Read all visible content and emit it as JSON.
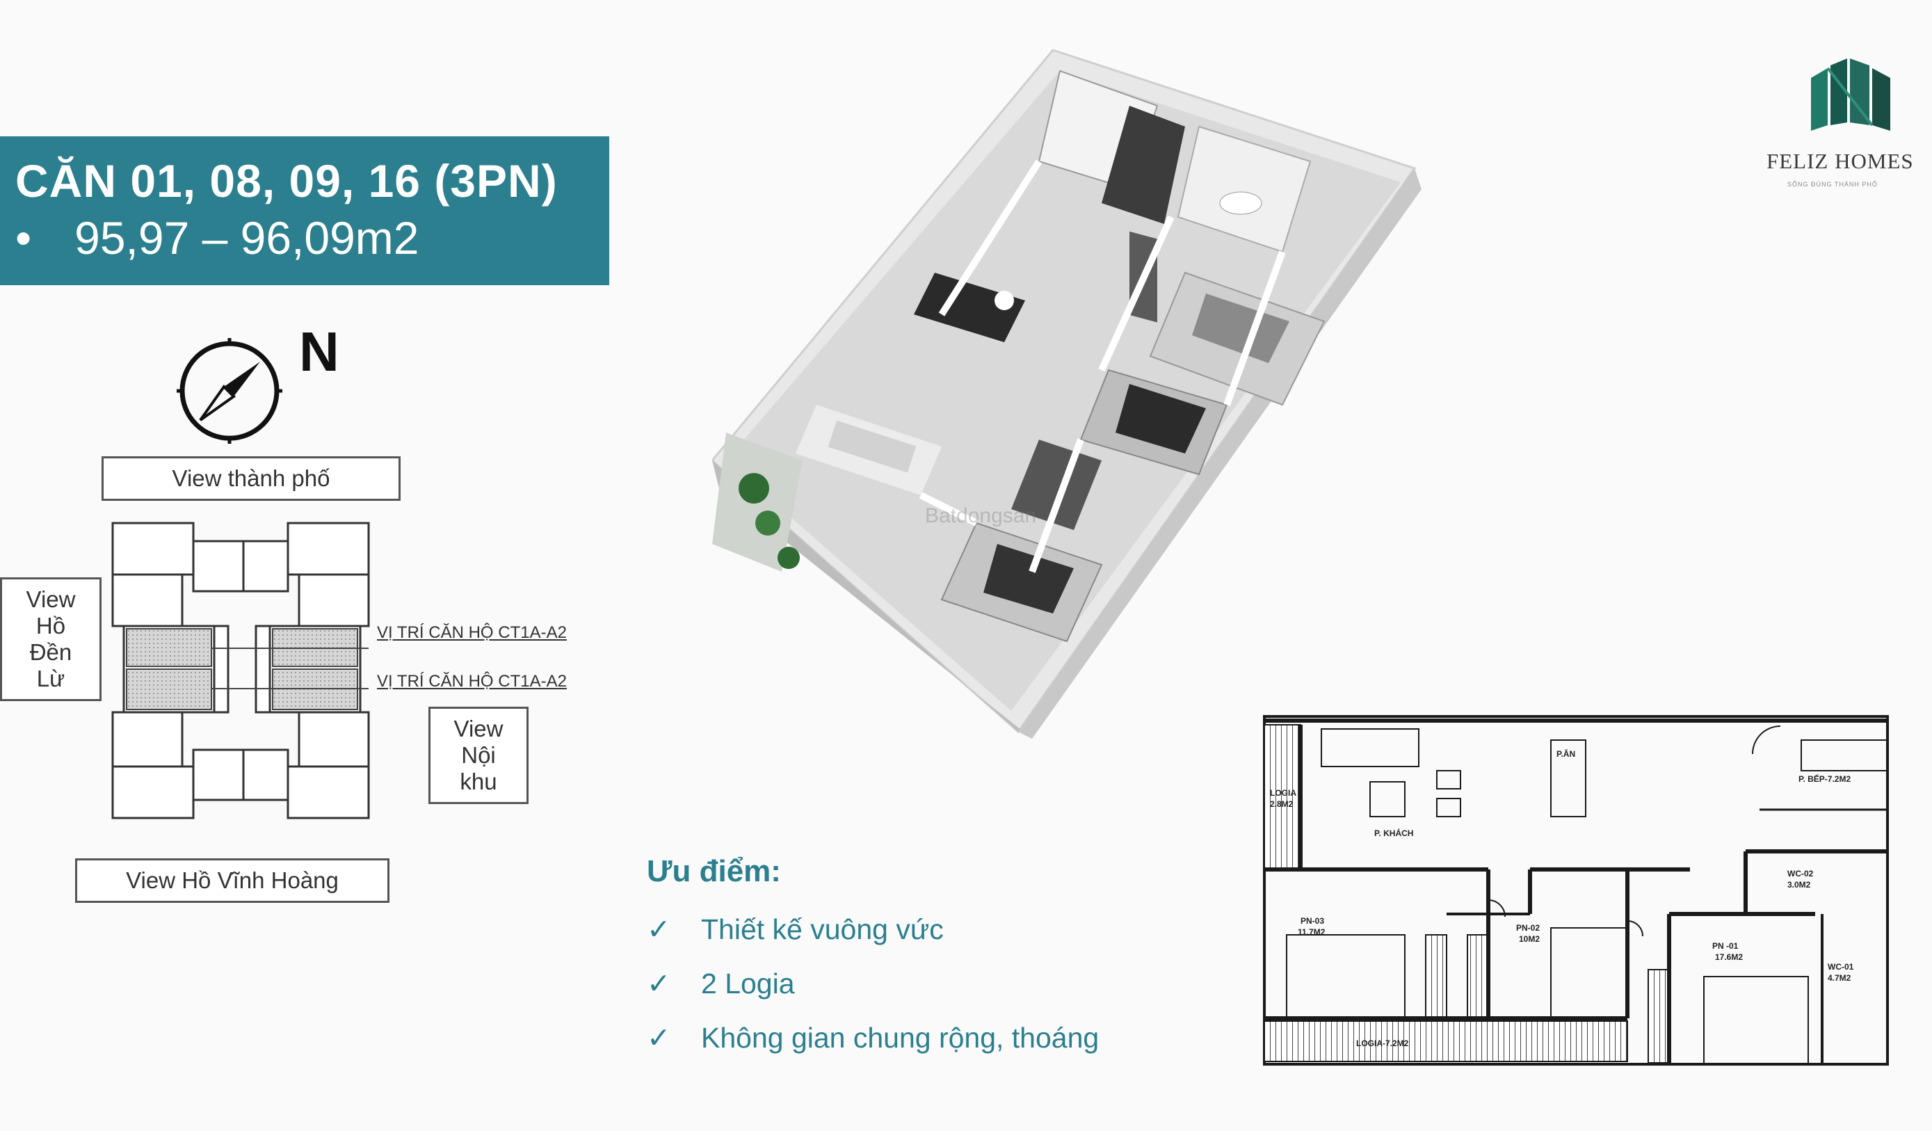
{
  "title": {
    "line1": "CĂN 01, 08, 09, 16 (3PN)",
    "bullet": "•",
    "line2": "95,97 – 96,09m2"
  },
  "logo": {
    "name": "FELIZ HOMES",
    "tagline": "SỐNG ĐÚNG THÀNH PHỐ"
  },
  "compass": {
    "north": "N"
  },
  "views": {
    "top": "View thành phố",
    "left": [
      "View",
      "Hồ",
      "Đền",
      "Lừ"
    ],
    "right": [
      "View",
      "Nội",
      "khu"
    ],
    "bottom": "View Hồ Vĩnh Hoàng"
  },
  "position_labels": [
    "VỊ TRÍ CĂN HỘ CT1A-A2",
    "VỊ TRÍ CĂN HỘ CT1A-A2"
  ],
  "watermark": "Batdongsan",
  "advantages": {
    "title": "Ưu điểm:",
    "check": "✓",
    "items": [
      "Thiết kế vuông vức",
      "2 Logia",
      "Không gian chung rộng, thoáng"
    ]
  },
  "floor_plan": {
    "rooms": {
      "p_an": "P.ĂN",
      "p_bep": "P. BẾP-7.2M2",
      "logia_left": [
        "LOGIA",
        "2.8M2"
      ],
      "p_khach": "P. KHÁCH",
      "wc_02": [
        "WC-02",
        "3.0M2"
      ],
      "pn_03": [
        "PN-03",
        "11.7M2"
      ],
      "pn_02": [
        "PN-02",
        "10M2"
      ],
      "pn_01": [
        "PN -01",
        "17.6M2"
      ],
      "wc_01": [
        "WC-01",
        "4.7M2"
      ],
      "logia_bottom": "LOGIA-7.2M2"
    }
  },
  "colors": {
    "accent": "#2b7f8e",
    "logo_green": "#1d6a5d"
  }
}
